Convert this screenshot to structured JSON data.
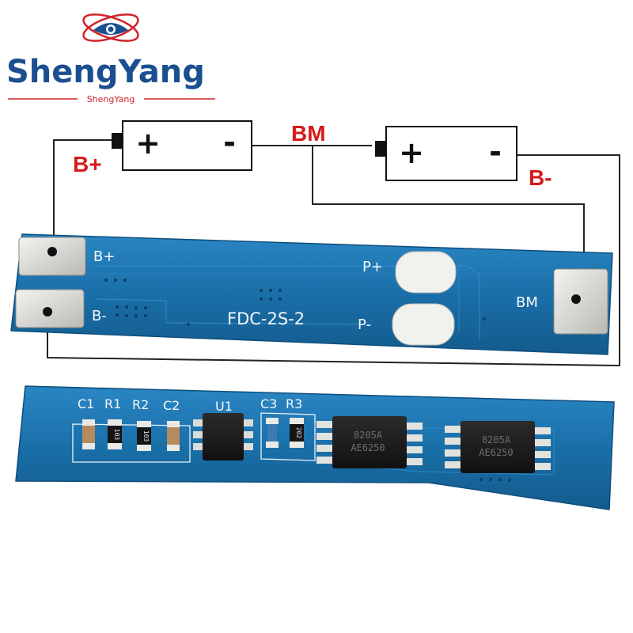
{
  "brand": {
    "name": "ShengYang",
    "subname": "ShengYang",
    "color": "#1b4f8f",
    "accent": "#d0242b"
  },
  "diagram": {
    "battery1": {
      "plus": "+",
      "minus": "-"
    },
    "battery2": {
      "plus": "+",
      "minus": "-"
    },
    "labels": {
      "b_plus": "B+",
      "bm": "BM",
      "b_minus": "B-"
    },
    "label_color": "#d71a1a"
  },
  "board_top": {
    "silkscreen": {
      "b_plus": "B+",
      "b_minus": "B-",
      "p_plus": "P+",
      "p_minus": "P-",
      "bm": "BM",
      "model": "FDC-2S-2"
    },
    "pcb_color": "#1a6fa8"
  },
  "board_bottom": {
    "silkscreen": {
      "c1": "C1",
      "r1": "R1",
      "r2": "R2",
      "c2": "C2",
      "u1": "U1",
      "c3": "C3",
      "r3": "R3"
    },
    "resistor_marks": [
      "103",
      "103",
      "202"
    ],
    "chip1": {
      "line1": "8205A",
      "line2": "AE6250"
    },
    "chip2": {
      "line1": "8205A",
      "line2": "AE6250"
    }
  }
}
